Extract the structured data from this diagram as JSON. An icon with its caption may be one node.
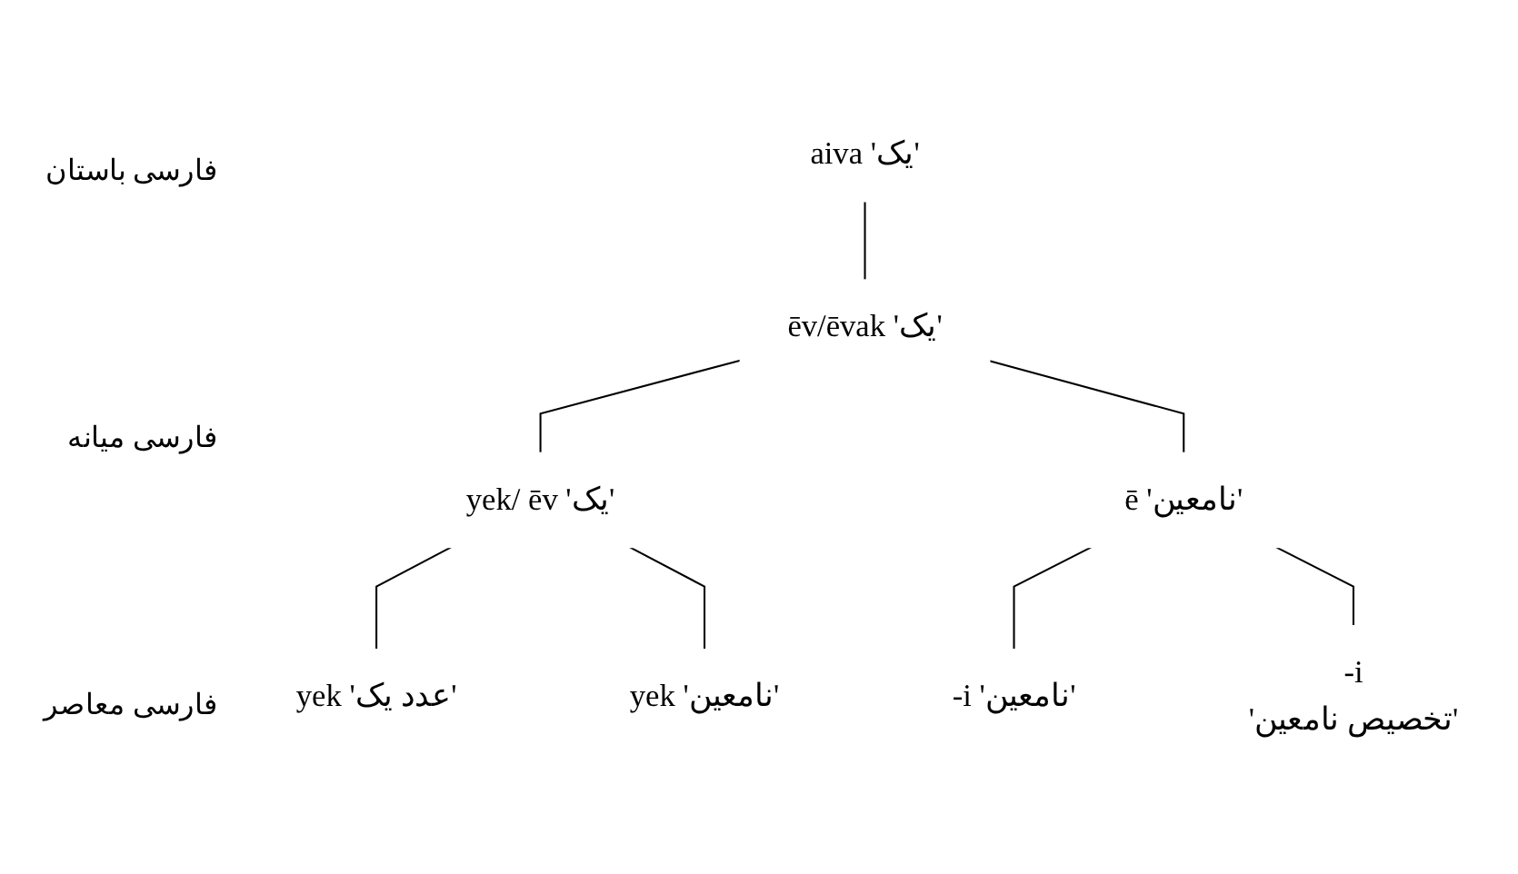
{
  "diagram": {
    "nodes": [
      {
        "text": [
          "aiva 'یک'"
        ]
      },
      {
        "text": [
          "ēv/ēvak 'یک'"
        ]
      },
      {
        "text": [
          "yek/ ēv 'یک'"
        ]
      },
      {
        "text": [
          "ē 'نامعین'"
        ]
      },
      {
        "text": [
          "yek 'عدد یک'"
        ]
      },
      {
        "text": [
          "yek 'نامعین'"
        ]
      },
      {
        "text": [
          "-i 'نامعین'"
        ]
      },
      {
        "text": [
          "-i",
          "'تخصیص نامعین'"
        ]
      }
    ],
    "edges": [
      {
        "from": 0,
        "to": 1,
        "arrow": "none"
      },
      {
        "from": 1,
        "to": 2,
        "arrow": "none"
      },
      {
        "from": 1,
        "to": 3,
        "arrow": "none"
      },
      {
        "from": 2,
        "to": 4,
        "arrow": "none"
      },
      {
        "from": 2,
        "to": 5,
        "arrow": "none"
      },
      {
        "from": 3,
        "to": 6,
        "arrow": "none"
      },
      {
        "from": 3,
        "to": 7,
        "arrow": "none"
      }
    ],
    "labels": [
      "فارسی باستان",
      "فارسی میانه",
      "فارسی معاصر"
    ]
  }
}
